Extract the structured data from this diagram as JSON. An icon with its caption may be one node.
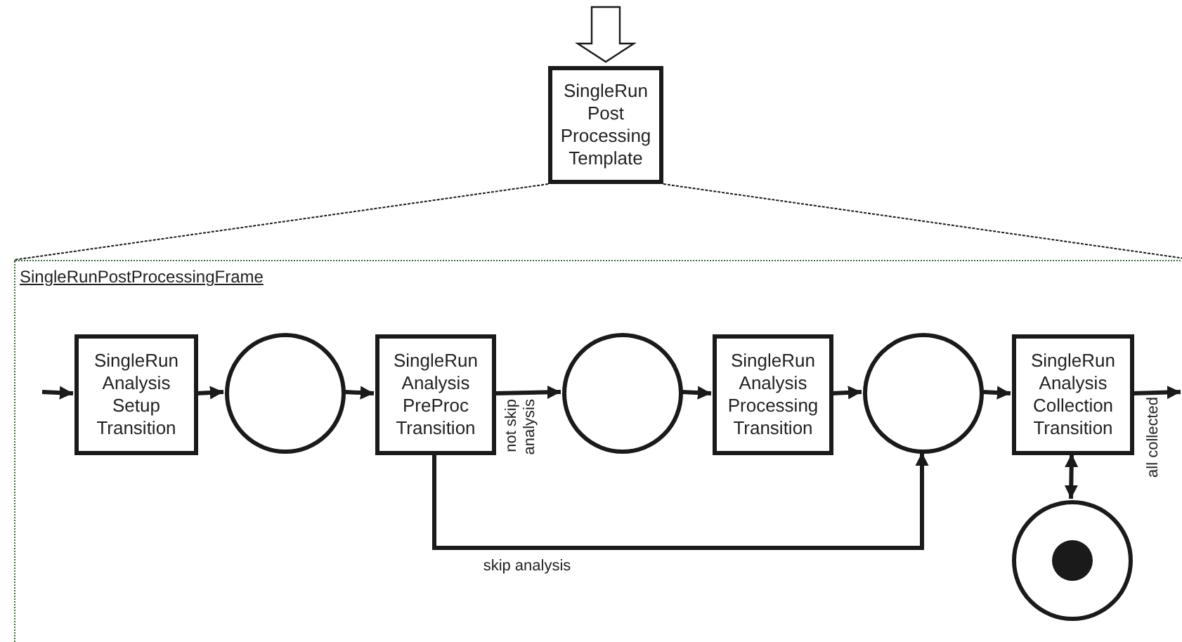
{
  "diagram": {
    "nodes": [
      {
        "text": [
          "SingleRun Post Processing Template"
        ]
      },
      {
        "text": [
          "SingleRunPostProcessingFrame"
        ]
      },
      {
        "text": [
          "SingleRun Analysis Setup Transition"
        ],
        "in": 1
      },
      {
        "text": [],
        "shape": "circle",
        "in": 1
      },
      {
        "text": [
          "SingleRun Analysis PreProc Transition"
        ],
        "in": 1
      },
      {
        "text": [],
        "shape": "circle",
        "in": 1
      },
      {
        "text": [
          "SingleRun Analysis Processing Transition"
        ],
        "in": 1
      },
      {
        "text": [],
        "shape": "circle",
        "in": 1
      },
      {
        "text": [
          "SingleRun Analysis Collection Transition"
        ],
        "in": 1
      },
      {
        "text": [],
        "shape": "circle",
        "in": 1
      }
    ],
    "edges": [
      {
        "from": null,
        "to": 0,
        "arrow": "to"
      },
      {
        "from": 0,
        "to": 1,
        "arrow": "none",
        "style": "dashed"
      },
      {
        "from": 0,
        "to": 1,
        "arrow": "none",
        "style": "dashed"
      },
      {
        "from": null,
        "to": 2,
        "arrow": "to"
      },
      {
        "from": 2,
        "to": 3,
        "arrow": "to"
      },
      {
        "from": 3,
        "to": 4,
        "arrow": "to"
      },
      {
        "from": 4,
        "to": 5,
        "arrow": "to",
        "label": "not skip analysis"
      },
      {
        "from": 5,
        "to": 6,
        "arrow": "to"
      },
      {
        "from": 6,
        "to": 7,
        "arrow": "to"
      },
      {
        "from": 4,
        "to": 7,
        "arrow": "to",
        "label": "skip analysis"
      },
      {
        "from": 7,
        "to": 8,
        "arrow": "to"
      },
      {
        "from": 8,
        "to": null,
        "arrow": "to",
        "label": "all collected"
      },
      {
        "from": 8,
        "to": 9,
        "arrow": "both"
      }
    ]
  }
}
